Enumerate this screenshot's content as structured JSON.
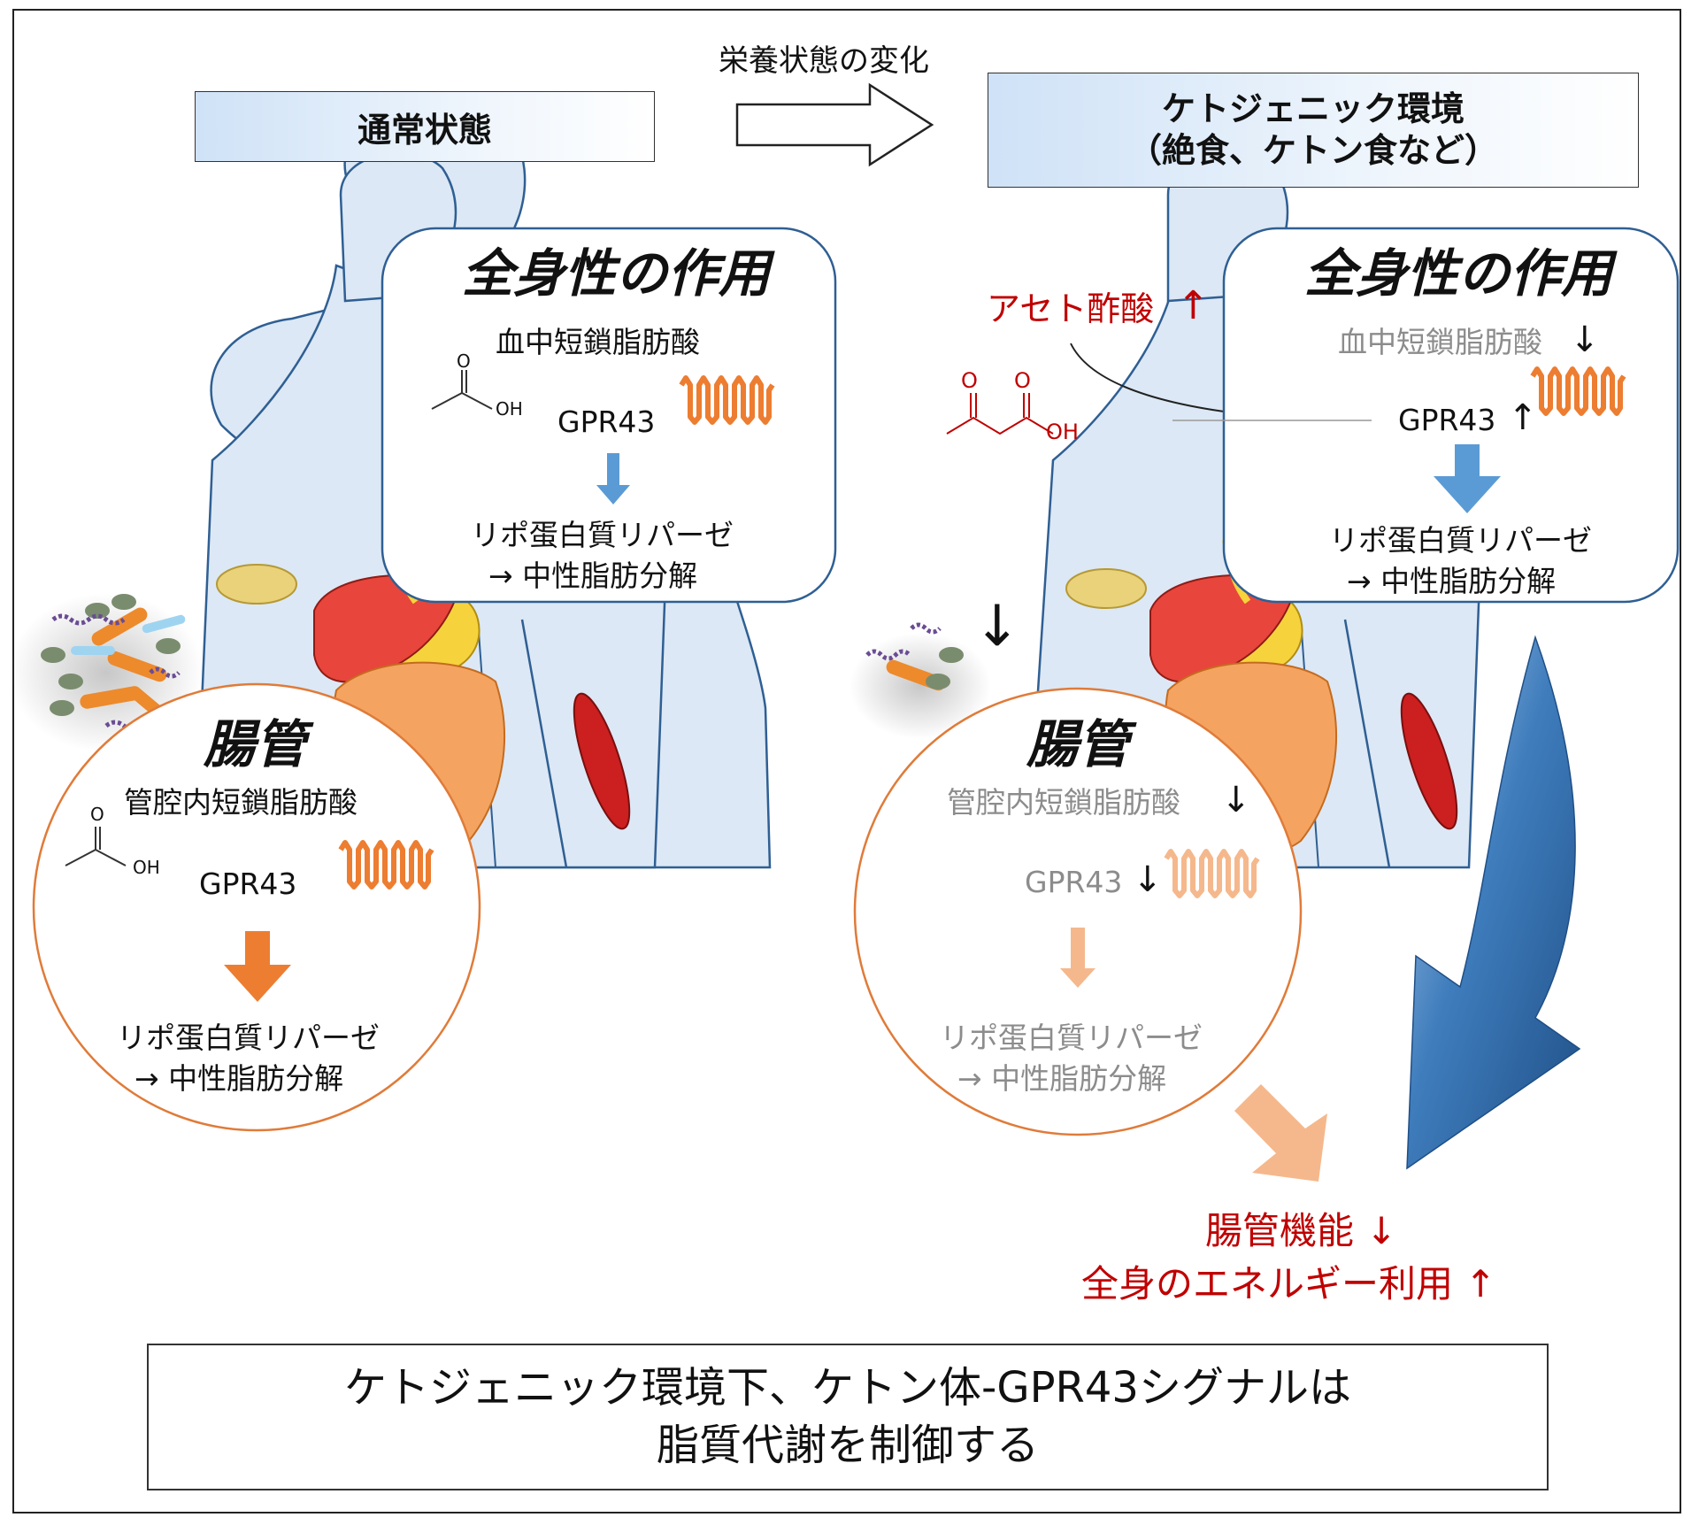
{
  "transition_label": "栄養状態の変化",
  "left": {
    "header": "通常状態",
    "systemic": {
      "title": "全身性の作用",
      "scfa": "血中短鎖脂肪酸",
      "receptor": "GPR43",
      "enzyme": "リポ蛋白質リパーゼ",
      "result": "→ 中性脂肪分解",
      "oh_label": "OH",
      "o_label": "O"
    },
    "gut": {
      "title": "腸管",
      "scfa": "管腔内短鎖脂肪酸",
      "receptor": "GPR43",
      "enzyme": "リポ蛋白質リパーゼ",
      "result": "→ 中性脂肪分解",
      "oh_label": "OH",
      "o_label": "O"
    }
  },
  "right": {
    "header_line1": "ケトジェニック環境",
    "header_line2": "（絶食、ケトン食など）",
    "ketone": "アセト酢酸",
    "ketone_arrow": "↑",
    "ketone_o1": "O",
    "ketone_o2": "O",
    "ketone_oh": "OH",
    "systemic": {
      "title": "全身性の作用",
      "scfa": "血中短鎖脂肪酸",
      "scfa_arrow": "↓",
      "receptor": "GPR43",
      "receptor_arrow": "↑",
      "enzyme": "リポ蛋白質リパーゼ",
      "result": "→ 中性脂肪分解"
    },
    "gut": {
      "title": "腸管",
      "scfa": "管腔内短鎖脂肪酸",
      "scfa_arrow": "↓",
      "receptor": "GPR43",
      "receptor_arrow": "↓",
      "enzyme": "リポ蛋白質リパーゼ",
      "result": "→ 中性脂肪分解"
    },
    "microbe_arrow": "↓",
    "outcome_line1": "腸管機能 ↓",
    "outcome_line2": "全身のエネルギー利用 ↑"
  },
  "conclusion_line1": "ケトジェニック環境下、ケトン体-GPR43シグナルは",
  "conclusion_line2": "脂質代謝を制御する",
  "colors": {
    "body_fill": "#dce8f5",
    "body_stroke": "#2f5f93",
    "panel_border": "#2f5f93",
    "gut_border": "#e07b39",
    "gpr_orange": "#ed7d31",
    "blue_arrow": "#5b9bd5",
    "dark_blue_arrow": "#2e6aa7",
    "red_text": "#c00000",
    "gray_text": "#8c8c8c",
    "liver": "#e8453c",
    "intestine": "#f4a460",
    "stomach": "#f6d33c"
  }
}
